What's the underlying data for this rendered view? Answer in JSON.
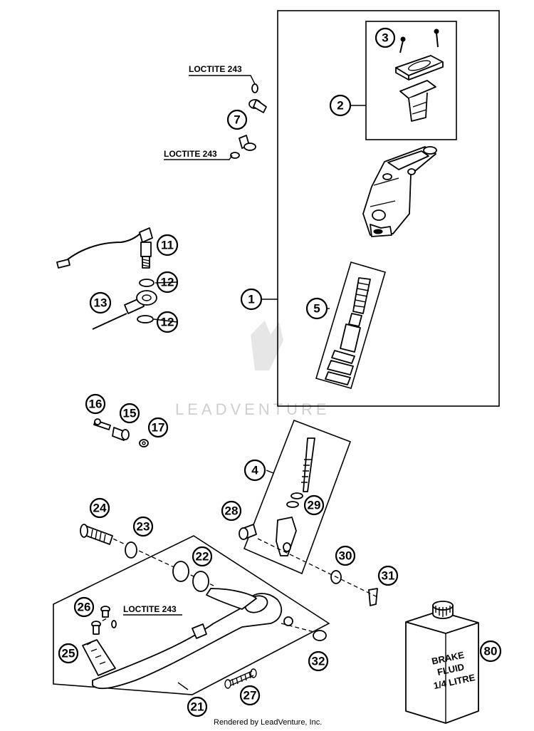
{
  "callouts": {
    "c1": "1",
    "c2": "2",
    "c3": "3",
    "c4": "4",
    "c5": "5",
    "c7": "7",
    "c11": "11",
    "c12a": "12",
    "c12b": "12",
    "c13": "13",
    "c15": "15",
    "c16": "16",
    "c17": "17",
    "c21": "21",
    "c22": "22",
    "c23": "23",
    "c24": "24",
    "c25": "25",
    "c26": "26",
    "c27": "27",
    "c28": "28",
    "c29": "29",
    "c30": "30",
    "c31": "31",
    "c32": "32",
    "c80": "80"
  },
  "notes": {
    "loctite_top": "LOCTITE 243",
    "loctite_mid": "LOCTITE 243",
    "loctite_lower": "LOCTITE 243"
  },
  "fluid_label": {
    "line1": "BRAKE",
    "line2": "FLUID",
    "line3": "1/4 LITRE"
  },
  "watermark": "LEADVENTURE",
  "footer": "Rendered by LeadVenture, Inc."
}
